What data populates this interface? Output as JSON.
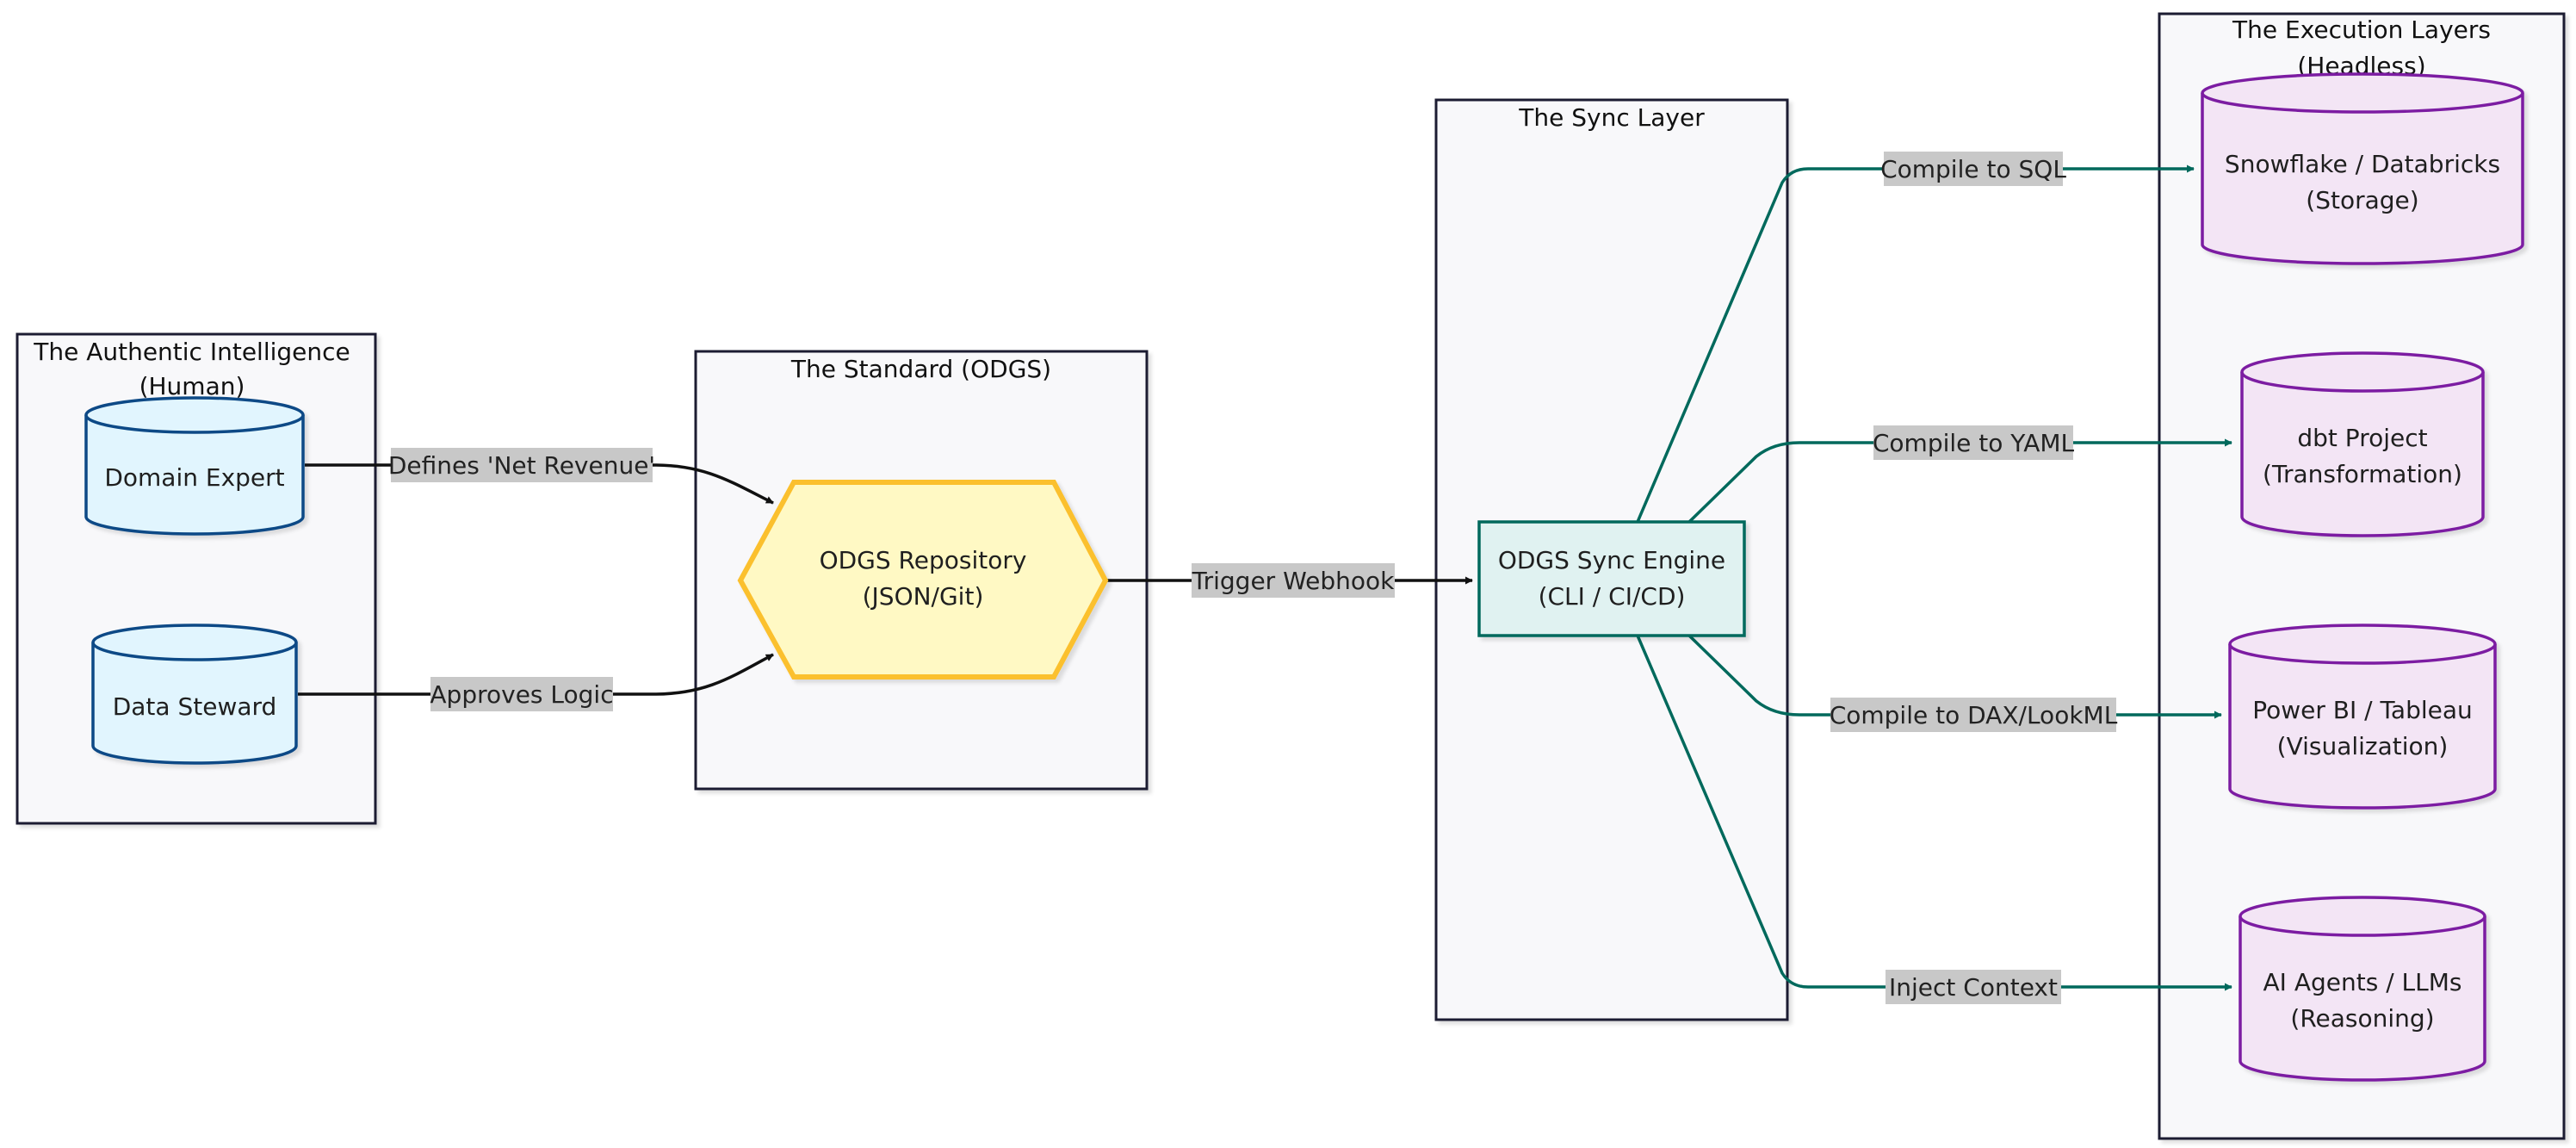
{
  "groups": {
    "human": {
      "title_line1": "The Authentic Intelligence",
      "title_line2": "(Human)"
    },
    "standard": {
      "title": "The Standard (ODGS)"
    },
    "sync": {
      "title": "The Sync Layer"
    },
    "execution": {
      "title_line1": "The Execution Layers",
      "title_line2": "(Headless)"
    }
  },
  "nodes": {
    "domain_expert": {
      "label": "Domain Expert"
    },
    "data_steward": {
      "label": "Data Steward"
    },
    "repository": {
      "line1": "ODGS Repository",
      "line2": "(JSON/Git)"
    },
    "sync_engine": {
      "line1": "ODGS Sync Engine",
      "line2": "(CLI / CI/CD)"
    },
    "snowflake": {
      "line1": "Snowflake / Databricks",
      "line2": "(Storage)"
    },
    "dbt": {
      "line1": "dbt Project",
      "line2": "(Transformation)"
    },
    "powerbi": {
      "line1": "Power BI / Tableau",
      "line2": "(Visualization)"
    },
    "ai_agents": {
      "line1": "AI Agents / LLMs",
      "line2": "(Reasoning)"
    }
  },
  "edges": {
    "defines": "Defines 'Net Revenue'",
    "approves": "Approves Logic",
    "trigger": "Trigger Webhook",
    "compile_sql": "Compile to SQL",
    "compile_yaml": "Compile to YAML",
    "compile_dax": "Compile to DAX/LookML",
    "inject": "Inject Context"
  },
  "colors": {
    "group_fill": "#f8f8fa",
    "group_stroke": "#1d1b33",
    "human_fill": "#e1f5fe",
    "human_stroke": "#0d4a86",
    "standard_fill": "#fff9c4",
    "standard_stroke": "#fbc02d",
    "sync_fill": "#e0f2f1",
    "sync_stroke": "#00695c",
    "exec_fill": "#f3e5f5",
    "exec_stroke": "#7b1fa2",
    "edge_black": "#111111",
    "edge_teal": "#00695c",
    "label_bg": "#c8c8c8"
  }
}
